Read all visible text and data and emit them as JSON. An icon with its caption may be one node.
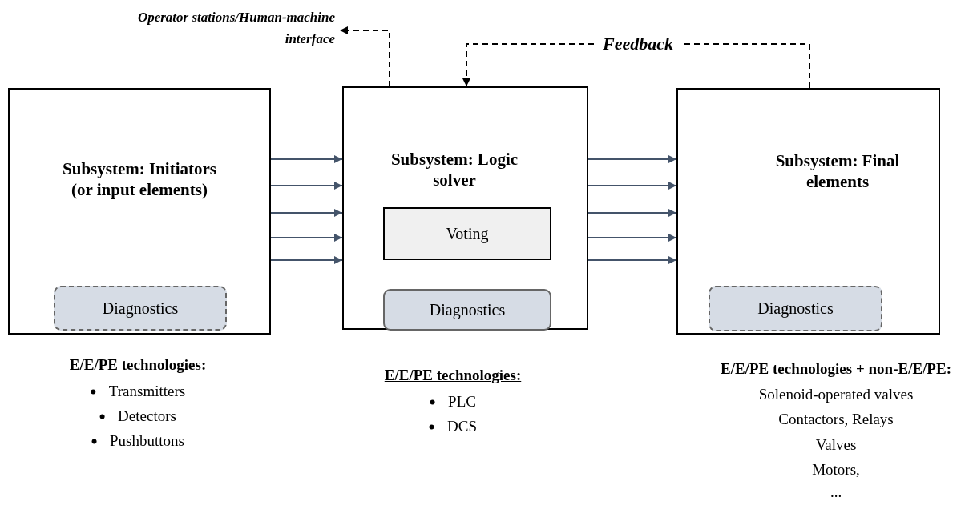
{
  "diagram": {
    "nodes": [
      {
        "text": [
          "Subsystem: Initiators (or input elements)"
        ]
      },
      {
        "text": [
          "Diagnostics"
        ],
        "in": 0
      },
      {
        "text": [
          "Subsystem: Logic solver"
        ]
      },
      {
        "text": [
          "Voting"
        ],
        "in": 2
      },
      {
        "text": [
          "Diagnostics"
        ],
        "in": 2
      },
      {
        "text": [
          "Subsystem: Final elements"
        ]
      },
      {
        "text": [
          "Diagnostics"
        ],
        "in": 5
      },
      {
        "text": [
          "Operator stations/Human-machine interface"
        ]
      }
    ],
    "edges": [
      {
        "from": 0,
        "to": 2,
        "arrow": "to"
      },
      {
        "from": 0,
        "to": 2,
        "arrow": "to"
      },
      {
        "from": 0,
        "to": 2,
        "arrow": "to"
      },
      {
        "from": 0,
        "to": 2,
        "arrow": "to"
      },
      {
        "from": 0,
        "to": 2,
        "arrow": "to"
      },
      {
        "from": 2,
        "to": 5,
        "arrow": "to"
      },
      {
        "from": 2,
        "to": 5,
        "arrow": "to"
      },
      {
        "from": 2,
        "to": 5,
        "arrow": "to"
      },
      {
        "from": 2,
        "to": 5,
        "arrow": "to"
      },
      {
        "from": 2,
        "to": 5,
        "arrow": "to"
      },
      {
        "from": 2,
        "to": 7,
        "arrow": "to",
        "style": "dashed",
        "color": "#000000"
      },
      {
        "from": 5,
        "to": 2,
        "arrow": "to",
        "style": "dashed",
        "color": "#000000",
        "label": "Feedback"
      }
    ],
    "labels": [
      "E/E/PE technologies:",
      "Transmitters",
      "Detectors",
      "Pushbuttons",
      "E/E/PE technologies:",
      "PLC",
      "DCS",
      "E/E/PE technologies + non-E/E/PE:",
      "Solenoid-operated valves",
      "Contactors, Relays",
      "Valves",
      "Motors,",
      "..."
    ]
  }
}
